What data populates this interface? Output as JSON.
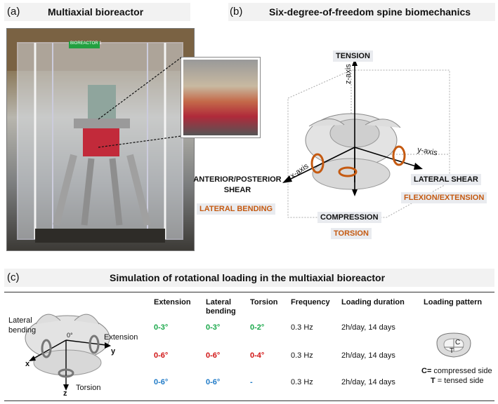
{
  "panel_a": {
    "label": "(a)",
    "title": "Multiaxial bioreactor",
    "photo_tag": "BIOREACTOR 1"
  },
  "panel_b": {
    "label": "(b)",
    "title": "Six-degree-of-freedom spine biomechanics",
    "z_axis": "z-axis",
    "x_axis": "x-axis",
    "y_axis": "y-axis",
    "tension": "TENSION",
    "ap_shear_line1": "ANTERIOR/POSTERIOR",
    "ap_shear_line2": "SHEAR",
    "lateral_bending": "LATERAL BENDING",
    "lateral_shear": "LATERAL SHEAR",
    "flexion_extension": "FLEXION/EXTENSION",
    "compression": "COMPRESSION",
    "torsion": "TORSION"
  },
  "panel_c": {
    "label": "(c)",
    "title": "Simulation of rotational loading in the multiaxial bioreactor",
    "diagram": {
      "lateral_line1": "Lateral",
      "lateral_line2": "bending",
      "extension": "Extension",
      "torsion": "Torsion",
      "x": "x",
      "y": "y",
      "z": "z",
      "origin": "0°"
    },
    "headers": {
      "extension": "Extension",
      "lateral_line1": "Lateral",
      "lateral_line2": "bending",
      "torsion": "Torsion",
      "frequency": "Frequency",
      "duration": "Loading duration",
      "pattern": "Loading pattern"
    },
    "rows": [
      {
        "extension": "0-3°",
        "lateral": "0-3°",
        "torsion": "0-2°",
        "frequency": "0.3 Hz",
        "duration": "2h/day, 14 days"
      },
      {
        "extension": "0-6°",
        "lateral": "0-6°",
        "torsion": "0-4°",
        "frequency": "0.3 Hz",
        "duration": "2h/day, 14 days"
      },
      {
        "extension": "0-6°",
        "lateral": "0-6°",
        "torsion": "-",
        "frequency": "0.3 Hz",
        "duration": "2h/day, 14 days"
      }
    ],
    "pattern": {
      "c": "C",
      "t": "T",
      "legend_c_key": "C=",
      "legend_c": " compressed side",
      "legend_t_key": "T",
      "legend_t": " = tensed side"
    },
    "colors": {
      "row1": "#1aa84a",
      "row2": "#d01414",
      "row3": "#1f7ac7",
      "accent": "#c55a11"
    }
  }
}
